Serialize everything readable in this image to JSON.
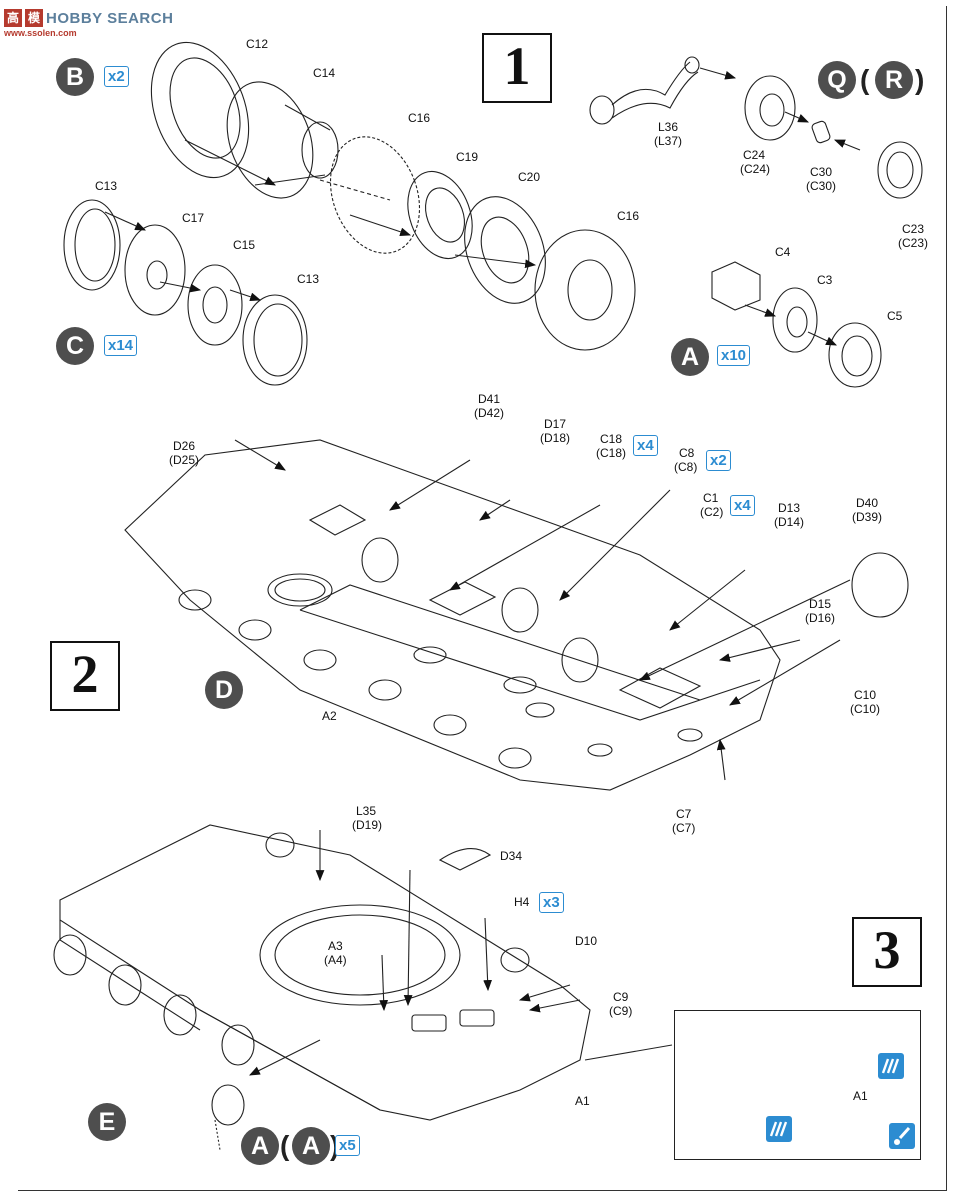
{
  "watermark": {
    "badge_chars": [
      "高",
      "模"
    ],
    "text": "HOBBY SEARCH",
    "sub": "www.ssolen.com"
  },
  "steps": {
    "s1": "1",
    "s2": "2",
    "s3": "3"
  },
  "markers": {
    "B": "B",
    "C": "C",
    "Q": "Q",
    "R": "R",
    "A1": "A",
    "D": "D",
    "E": "E",
    "A2": "A",
    "A3": "A"
  },
  "quantities": {
    "B": "x2",
    "C": "x14",
    "A_wheel": "x10",
    "C18": "x4",
    "C8": "x2",
    "C1": "x4",
    "H4": "x3",
    "A_final": "x5"
  },
  "parts": {
    "C12": "C12",
    "C14": "C14",
    "C16a": "C16",
    "C19": "C19",
    "C20": "C20",
    "C16b": "C16",
    "C13a": "C13",
    "C17": "C17",
    "C15": "C15",
    "C13b": "C13",
    "L36": "L36",
    "L37": "(L37)",
    "C24": "C24",
    "C24p": "(C24)",
    "C30": "C30",
    "C30p": "(C30)",
    "C23": "C23",
    "C23p": "(C23)",
    "C4": "C4",
    "C3": "C3",
    "C5": "C5",
    "D41": "D41",
    "D42": "(D42)",
    "D17": "D17",
    "D18": "(D18)",
    "C18": "C18",
    "C18p": "(C18)",
    "C8": "C8",
    "C8p": "(C8)",
    "C1": "C1",
    "C2": "(C2)",
    "D13": "D13",
    "D14": "(D14)",
    "D40": "D40",
    "D39": "(D39)",
    "D26": "D26",
    "D25": "(D25)",
    "D15": "D15",
    "D16": "(D16)",
    "C10": "C10",
    "C10p": "(C10)",
    "A2": "A2",
    "C7": "C7",
    "C7p": "(C7)",
    "L35": "L35",
    "D19": "(D19)",
    "D34": "D34",
    "H4": "H4",
    "A3": "A3",
    "A4": "(A4)",
    "D10": "D10",
    "C9": "C9",
    "C9p": "(C9)",
    "A1": "A1",
    "A1inset": "A1"
  },
  "colors": {
    "accent": "#2c8cd1",
    "marker": "#4e4e4e",
    "line": "#222222"
  }
}
